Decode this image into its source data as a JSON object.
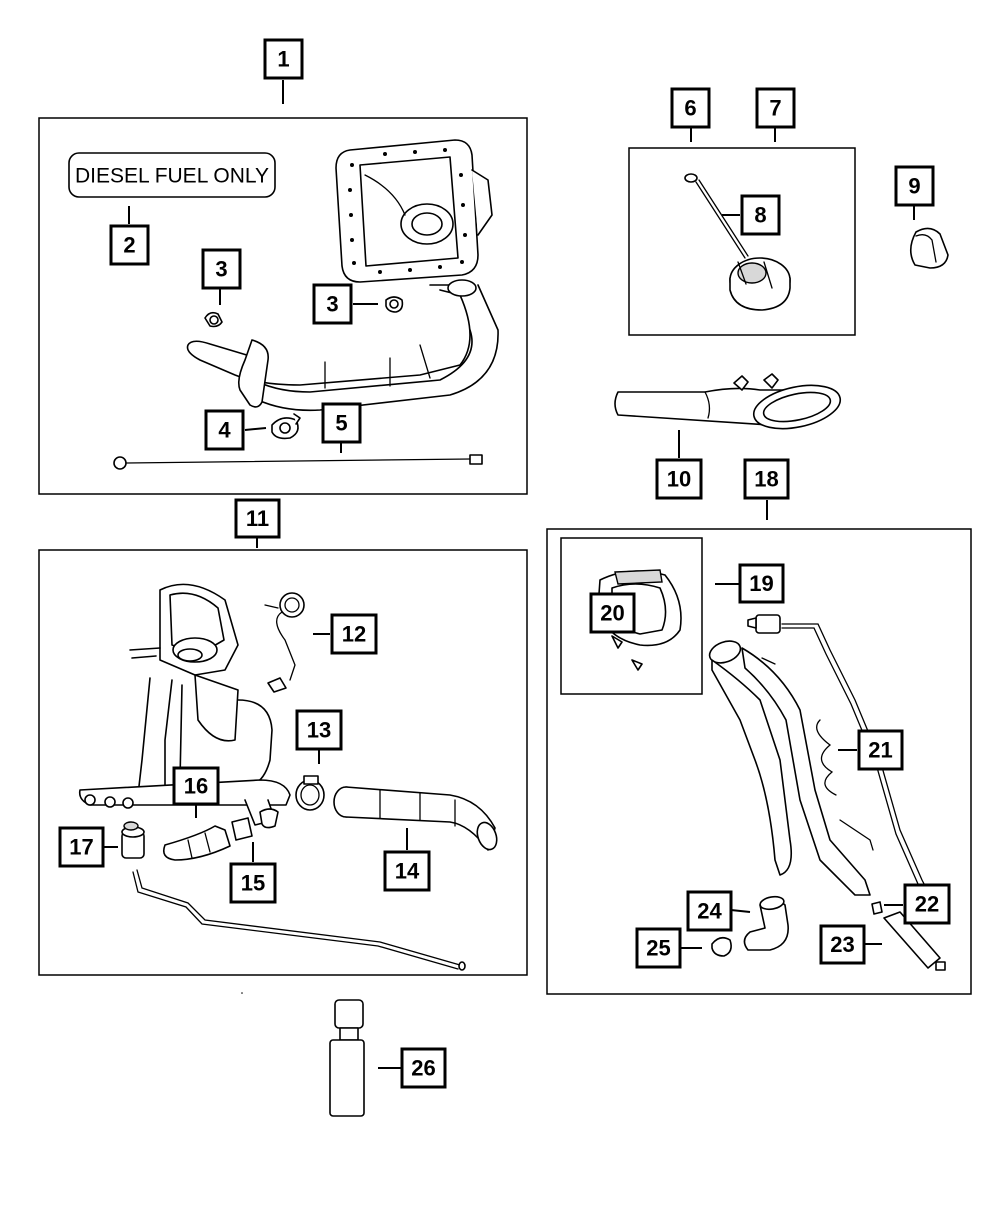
{
  "diagram": {
    "label_text": "DIESEL FUEL ONLY",
    "callouts": {
      "c1": "1",
      "c2": "2",
      "c3a": "3",
      "c3b": "3",
      "c4": "4",
      "c5": "5",
      "c6": "6",
      "c7": "7",
      "c8": "8",
      "c9": "9",
      "c10": "10",
      "c11": "11",
      "c12": "12",
      "c13": "13",
      "c14": "14",
      "c15": "15",
      "c16": "16",
      "c17": "17",
      "c18": "18",
      "c19": "19",
      "c20": "20",
      "c21": "21",
      "c22": "22",
      "c23": "23",
      "c24": "24",
      "c25": "25",
      "c26": "26"
    }
  }
}
